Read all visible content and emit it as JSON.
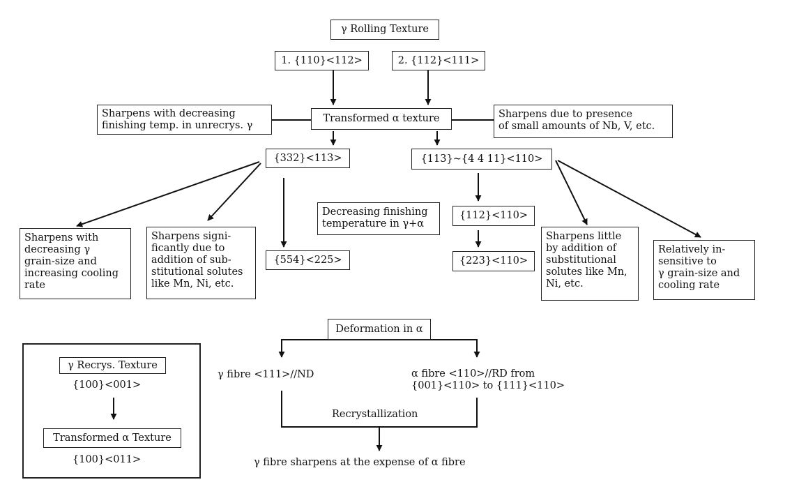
{
  "top": {
    "title": "γ Rolling Texture",
    "tex1": "1. {110}<112>",
    "tex2": "2. {112}<111>",
    "transformed": "Transformed α texture",
    "left_note": "Sharpens with decreasing\nfinishing temp. in unrecrys. γ",
    "right_note": "Sharpens due to presence\nof small amounts of Nb, V, etc."
  },
  "left_branch": {
    "comp": "{332}<113>",
    "note1": "Sharpens with\ndecreasing γ\ngrain-size and\nincreasing cooling\nrate",
    "note2": "Sharpens signi-\nficantly due to\naddition of sub-\nstitutional solutes\nlike Mn, Ni, etc.",
    "comp554": "{554}<225>"
  },
  "right_branch": {
    "comp": "{113}~{4 4 11}<110>",
    "decreasing": "Decreasing finishing\ntemperature in γ+α",
    "comp112": "{112}<110>",
    "comp223": "{223}<110>",
    "note1": "Sharpens little\nby addition of\nsubstitutional\nsolutes like Mn,\nNi, etc.",
    "note2": "Relatively in-\nsensitive to\nγ grain-size and\ncooling rate"
  },
  "deformation": {
    "title": "Deformation in α",
    "gamma_fibre": "γ fibre <111>//ND",
    "alpha_fibre": "α fibre <110>//RD from\n{001}<110> to {111}<110>",
    "recryst": "Recrystallization",
    "result": "γ fibre sharpens at the expense of α fibre"
  },
  "recrys": {
    "title": "γ Recrys. Texture",
    "comp1": "{100}<001>",
    "transformed": "Transformed α Texture",
    "comp2": "{100}<011>"
  }
}
